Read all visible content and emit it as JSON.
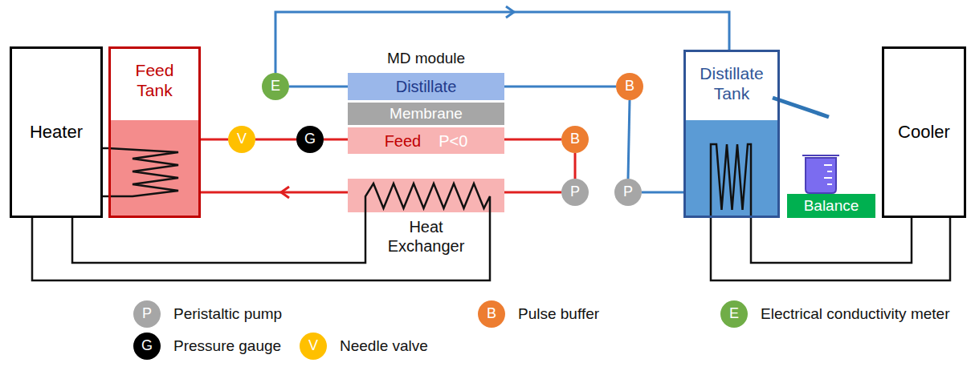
{
  "diagram": {
    "nodes": [
      {
        "text": [
          "Heater"
        ]
      },
      {
        "text": [
          "Feed Tank"
        ]
      },
      {
        "text": [
          "Distillate"
        ]
      },
      {
        "text": [
          "Membrane"
        ]
      },
      {
        "text": [
          "Feed",
          "P<0"
        ]
      },
      {
        "text": [
          "Heat Exchanger"
        ]
      },
      {
        "text": [
          "Distillate Tank"
        ]
      },
      {
        "text": [
          "Cooler"
        ]
      },
      {
        "text": [
          "Balance"
        ]
      },
      {
        "text": [
          "E"
        ]
      },
      {
        "text": [
          "B"
        ]
      },
      {
        "text": [
          "V"
        ]
      },
      {
        "text": [
          "G"
        ]
      },
      {
        "text": [
          "B"
        ]
      },
      {
        "text": [
          "P"
        ]
      },
      {
        "text": [
          "P"
        ]
      }
    ],
    "edges": [
      {
        "from": 1,
        "to": 11,
        "arrow": "none"
      },
      {
        "from": 11,
        "to": 12,
        "arrow": "none"
      },
      {
        "from": 12,
        "to": 4,
        "arrow": "none"
      },
      {
        "from": 4,
        "to": 13,
        "arrow": "none"
      },
      {
        "from": 13,
        "to": 14,
        "arrow": "none"
      },
      {
        "from": 14,
        "to": 5,
        "arrow": "none"
      },
      {
        "from": 5,
        "to": 1,
        "arrow": "to"
      },
      {
        "from": 2,
        "to": 9,
        "arrow": "none"
      },
      {
        "from": 9,
        "to": 6,
        "arrow": "to"
      },
      {
        "from": 2,
        "to": 10,
        "arrow": "none"
      },
      {
        "from": 10,
        "to": 15,
        "arrow": "none"
      },
      {
        "from": 15,
        "to": 6,
        "arrow": "none"
      },
      {
        "from": 0,
        "to": 1,
        "arrow": "none"
      },
      {
        "from": 0,
        "to": 5,
        "arrow": "none"
      },
      {
        "from": 7,
        "to": 6,
        "arrow": "none"
      }
    ],
    "labels": [
      "MD module",
      "P",
      "B",
      "E",
      "G",
      "V"
    ],
    "legend": [
      {
        "text": "Peristaltic pump",
        "color": "#a6a6a6"
      },
      {
        "text": "Pulse buffer",
        "color": "#ed7d31"
      },
      {
        "text": "Electrical conductivity meter",
        "color": "#70ad47"
      },
      {
        "text": "Pressure gauge",
        "color": "#000000"
      },
      {
        "text": "Needle valve",
        "color": "#ffc000"
      }
    ]
  }
}
